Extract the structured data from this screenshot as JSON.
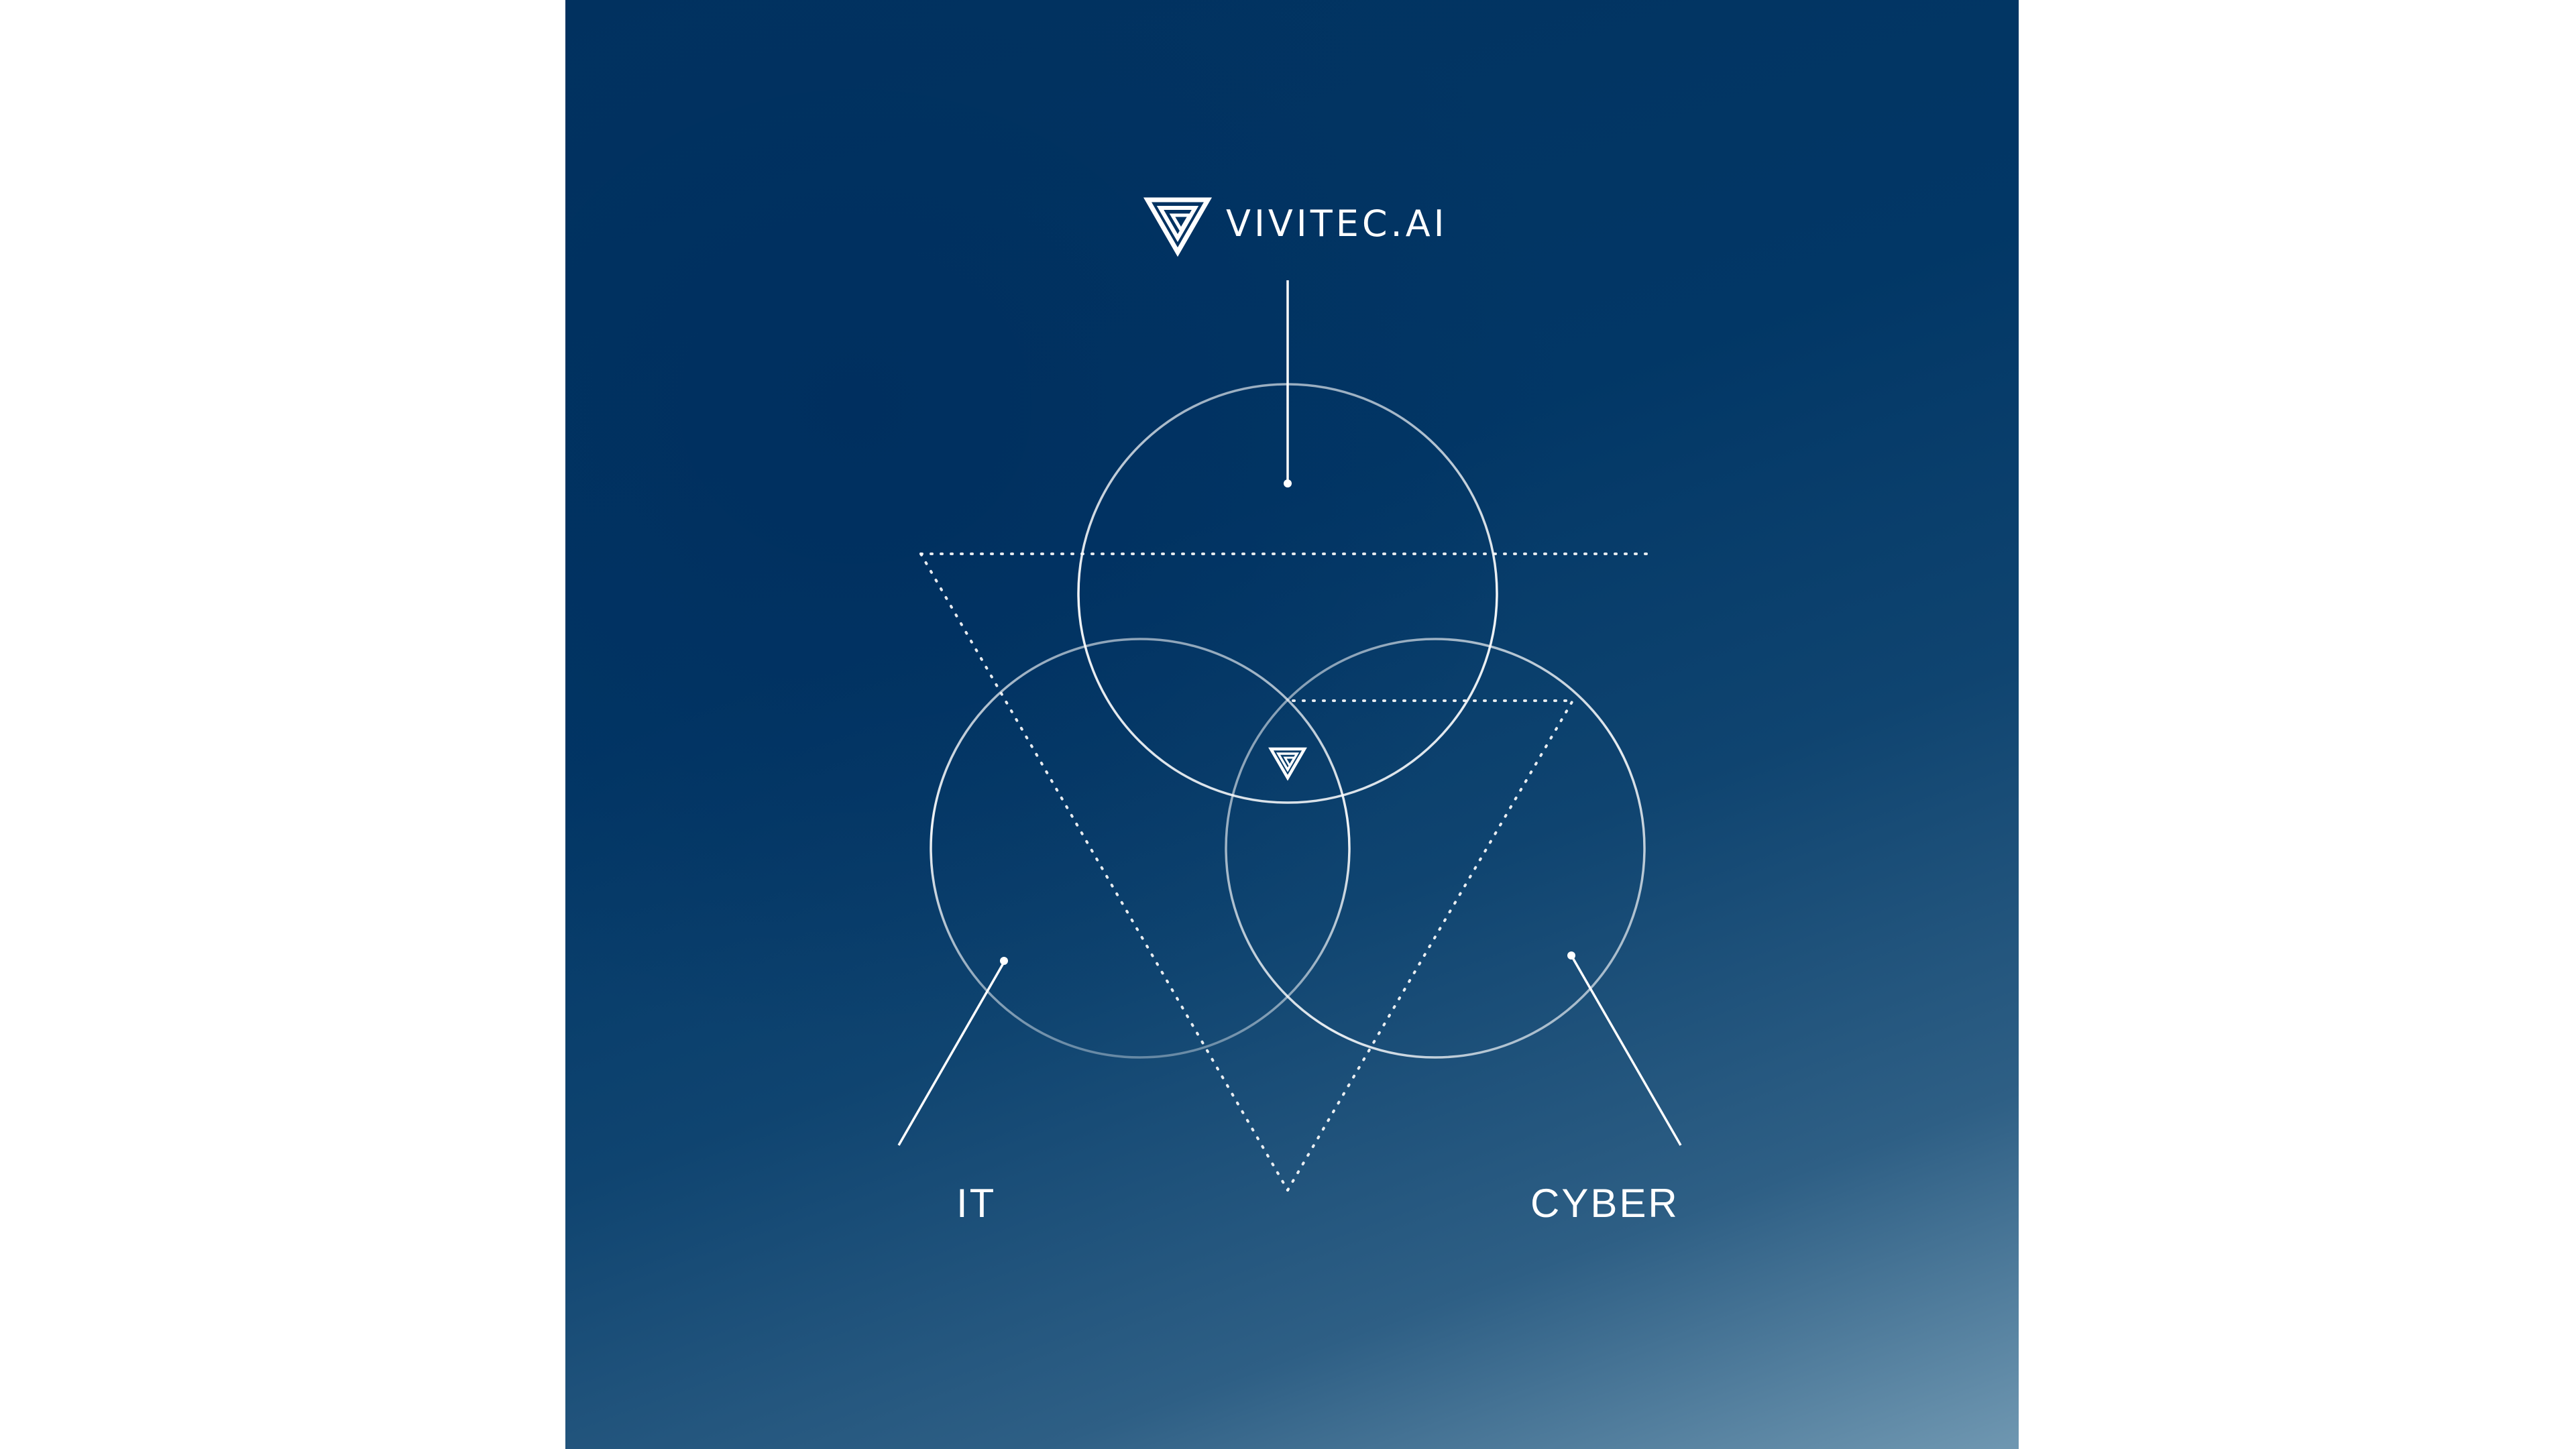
{
  "brand": {
    "name": "VIVITEC.AI",
    "logo_icon": "vivitec-triangle-logo-icon"
  },
  "circles": {
    "top": "vivitec-circle",
    "left": "it-circle",
    "right": "cyber-circle"
  },
  "labels": {
    "left": "IT",
    "right": "CYBER"
  },
  "colors": {
    "background_dark": "#01325f",
    "background_light": "#6f97b1",
    "stroke": "#ffffff",
    "page": "#ffffff"
  }
}
